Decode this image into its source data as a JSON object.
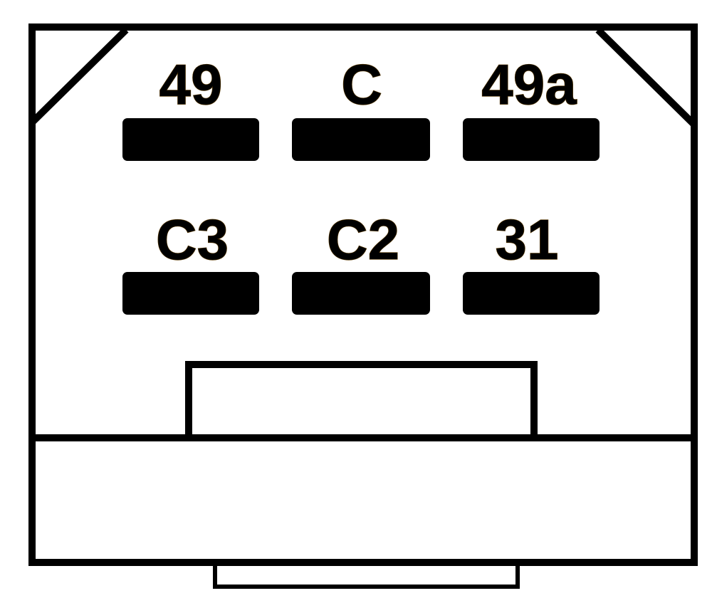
{
  "connector": {
    "pins": [
      {
        "label": "49"
      },
      {
        "label": "C"
      },
      {
        "label": "49a"
      },
      {
        "label": "C3"
      },
      {
        "label": "C2"
      },
      {
        "label": "31"
      }
    ]
  }
}
